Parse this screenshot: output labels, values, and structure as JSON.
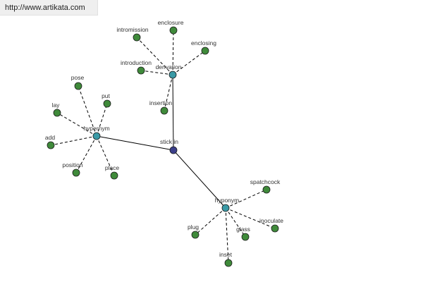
{
  "watermark": {
    "url": "http://www.artikata.com"
  },
  "colors": {
    "center": "#3b3f8a",
    "category": "#3a9aa6",
    "leaf": "#3f8a3a",
    "edge": "#000000"
  },
  "graph": {
    "center": {
      "id": "stickin",
      "label": "stick in"
    },
    "categories": [
      {
        "id": "derivation",
        "label": "derivation"
      },
      {
        "id": "hypernym",
        "label": "hypernym"
      },
      {
        "id": "hyponym",
        "label": "hyponym"
      }
    ],
    "leaves": [
      {
        "id": "intromission",
        "label": "intromission",
        "parent": "derivation"
      },
      {
        "id": "enclosure",
        "label": "enclosure",
        "parent": "derivation"
      },
      {
        "id": "enclosing",
        "label": "enclosing",
        "parent": "derivation"
      },
      {
        "id": "introduction",
        "label": "introduction",
        "parent": "derivation"
      },
      {
        "id": "insertion",
        "label": "insertion",
        "parent": "derivation"
      },
      {
        "id": "pose",
        "label": "pose",
        "parent": "hypernym"
      },
      {
        "id": "put",
        "label": "put",
        "parent": "hypernym"
      },
      {
        "id": "lay",
        "label": "lay",
        "parent": "hypernym"
      },
      {
        "id": "add",
        "label": "add",
        "parent": "hypernym"
      },
      {
        "id": "position",
        "label": "position",
        "parent": "hypernym"
      },
      {
        "id": "place",
        "label": "place",
        "parent": "hypernym"
      },
      {
        "id": "spatchcock",
        "label": "spatchcock",
        "parent": "hyponym"
      },
      {
        "id": "plug",
        "label": "plug",
        "parent": "hyponym"
      },
      {
        "id": "glass",
        "label": "glass",
        "parent": "hyponym"
      },
      {
        "id": "inoculate",
        "label": "inoculate",
        "parent": "hyponym"
      },
      {
        "id": "inset",
        "label": "inset",
        "parent": "hyponym"
      }
    ]
  }
}
